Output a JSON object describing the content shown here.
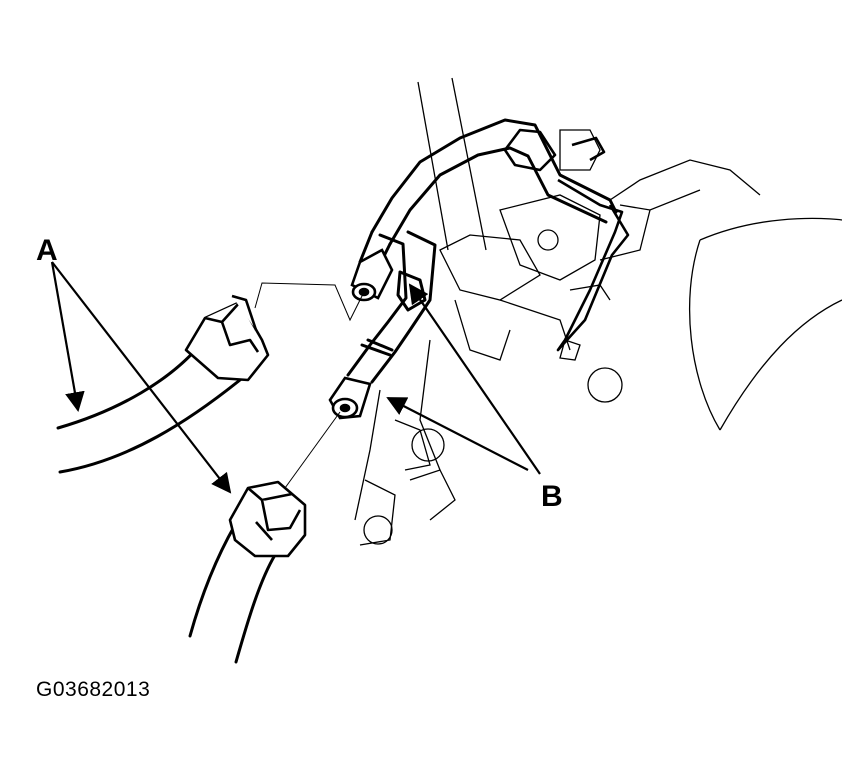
{
  "callouts": {
    "a": "A",
    "b": "B"
  },
  "figure_id": "G03682013",
  "colors": {
    "ink": "#000000",
    "paper": "#ffffff"
  }
}
